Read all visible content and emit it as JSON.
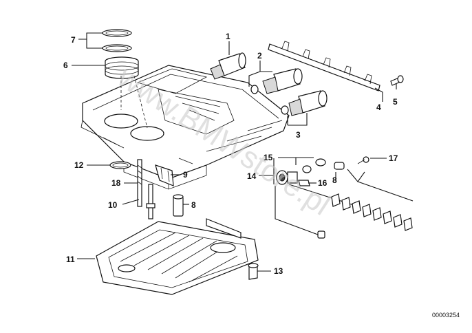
{
  "diagram": {
    "reference_number": "00003254",
    "watermark": "www.BMWstore.pl",
    "callouts": {
      "c1": "1",
      "c2": "2",
      "c3": "3",
      "c4": "4",
      "c5": "5",
      "c6": "6",
      "c7": "7",
      "c8a": "8",
      "c8b": "8",
      "c9": "9",
      "c10": "10",
      "c11": "11",
      "c12": "12",
      "c13": "13",
      "c14": "14",
      "c15": "15",
      "c16": "16",
      "c17": "17",
      "c18": "18"
    }
  }
}
